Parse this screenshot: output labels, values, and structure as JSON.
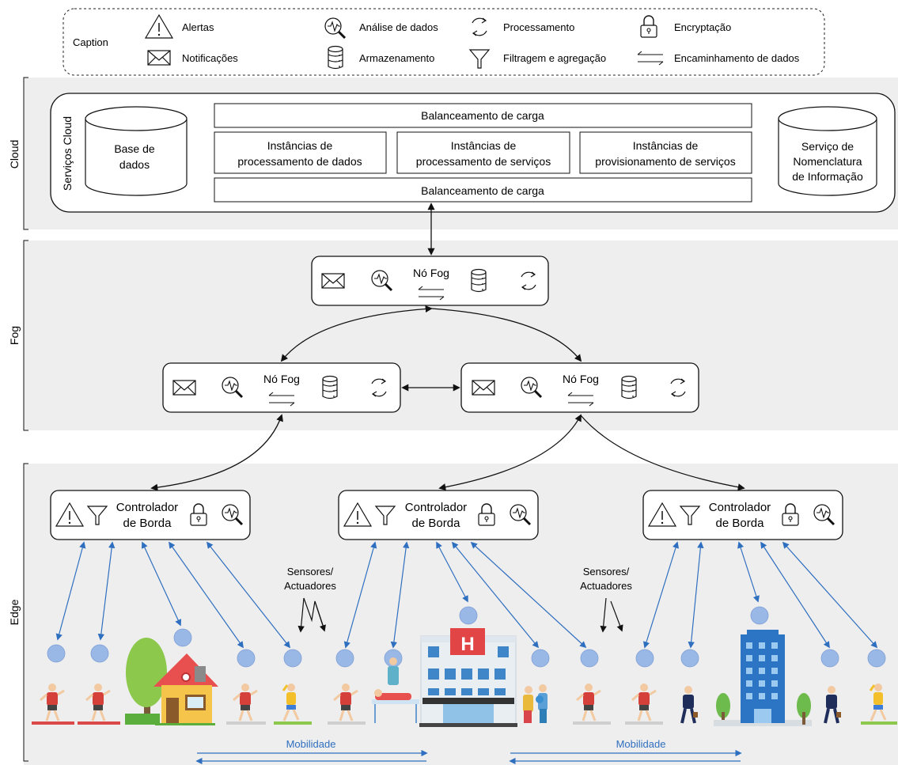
{
  "caption": {
    "title": "Caption",
    "items": [
      {
        "icon": "alert-icon",
        "label": "Alertas"
      },
      {
        "icon": "notification-icon",
        "label": "Notificações"
      },
      {
        "icon": "data-analysis-icon",
        "label": "Análise de dados"
      },
      {
        "icon": "storage-icon",
        "label": "Armazenamento"
      },
      {
        "icon": "processing-icon",
        "label": "Processamento"
      },
      {
        "icon": "filter-icon",
        "label": "Filtragem e agregação"
      },
      {
        "icon": "encryption-icon",
        "label": "Encryptação"
      },
      {
        "icon": "routing-icon",
        "label": "Encaminhamento de dados"
      }
    ]
  },
  "layers": {
    "cloud": "Cloud",
    "fog": "Fog",
    "edge": "Edge"
  },
  "cloud": {
    "services_label": "Serviços Cloud",
    "database": [
      "Base de",
      "dados"
    ],
    "naming_service": [
      "Serviço de",
      "Nomenclatura",
      "de Informação"
    ],
    "load_balancer_top": "Balanceamento de carga",
    "load_balancer_bottom": "Balanceamento de carga",
    "instances": [
      [
        "Instâncias de",
        "processamento de dados"
      ],
      [
        "Instâncias de",
        "processamento de serviços"
      ],
      [
        "Instâncias de",
        "provisionamento de serviços"
      ]
    ]
  },
  "fog": {
    "node_label": "Nó Fog"
  },
  "edge": {
    "controller_label": [
      "Controlador",
      "de Borda"
    ],
    "sensors_label": [
      "Sensores/",
      "Actuadores"
    ],
    "mobility_label": "Mobilidade"
  }
}
